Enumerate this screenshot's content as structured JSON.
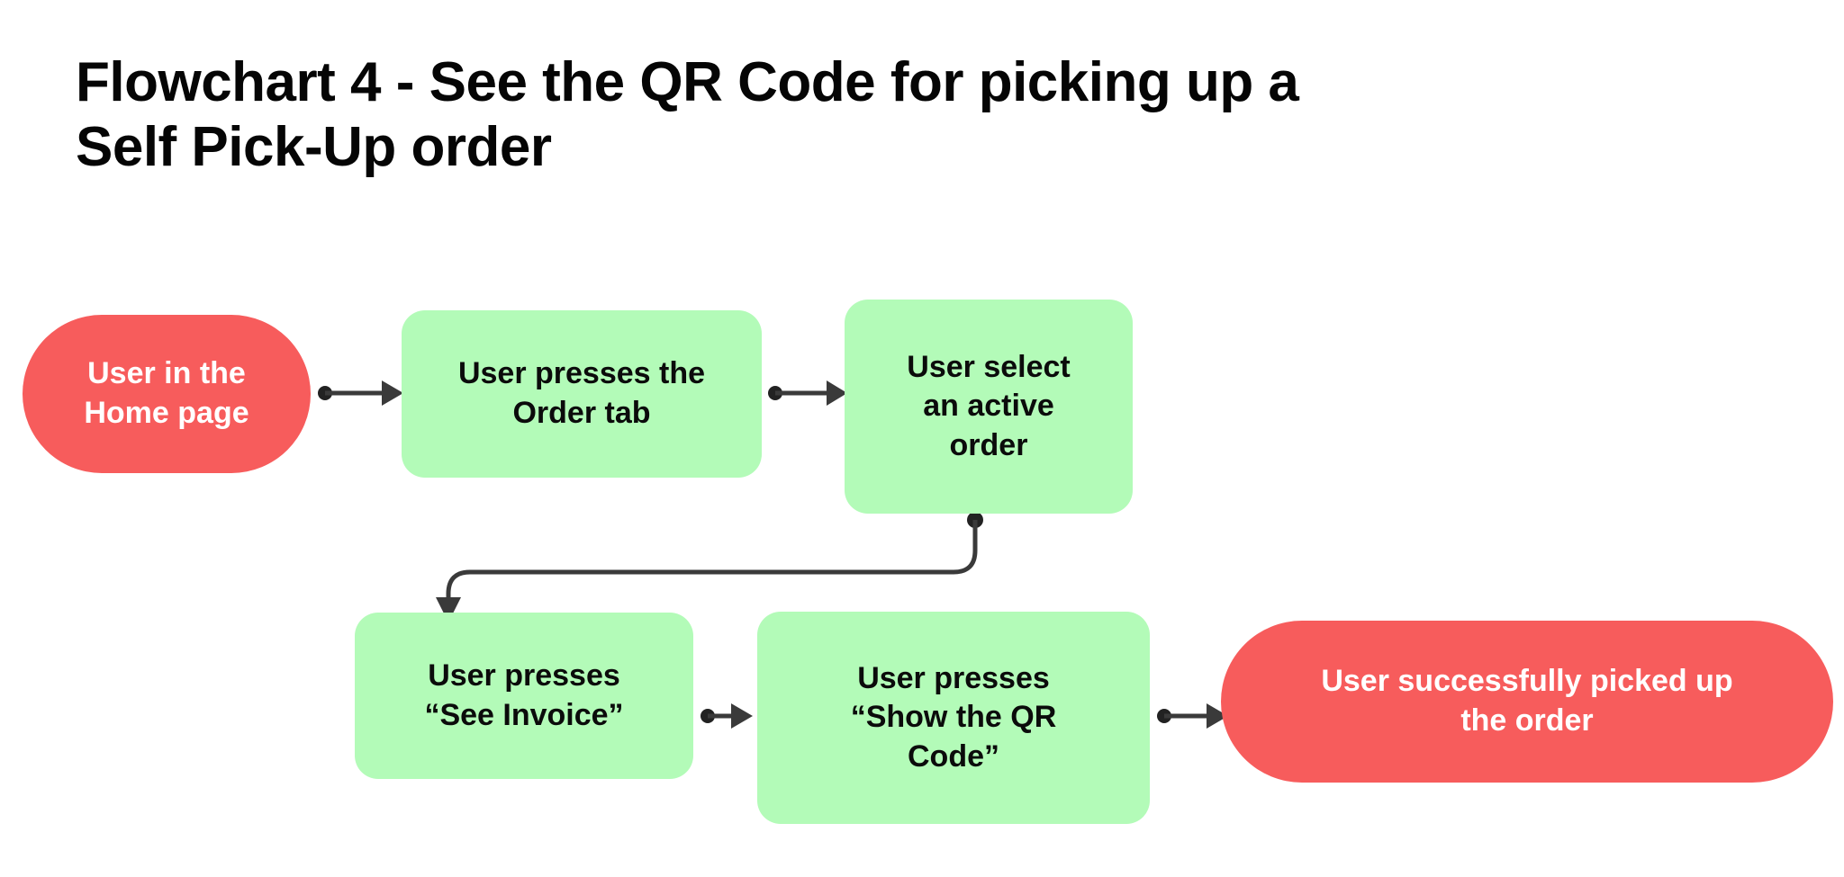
{
  "page": {
    "title_line_1": "Flowchart 4 - See the QR Code for picking up a",
    "title_line_2": "Self Pick-Up order",
    "title_full": "Flowchart 4 - See the QR Code for picking up a Self Pick-Up order",
    "background_color": "#ffffff"
  },
  "colors": {
    "terminal_fill": "#f75c5c",
    "terminal_text": "#ffffff",
    "process_fill": "#b3fbb8",
    "process_text": "#0b0b0b",
    "connector": "#3a3a3a",
    "title_text": "#050505"
  },
  "diagram_data": {
    "type": "flowchart",
    "orientation": "left-to-right, wrapping to a second row",
    "nodes": [
      {
        "id": "home",
        "label": "User in the\nHome page",
        "shape": "pill",
        "role": "start",
        "fill": "#f75c5c",
        "text_color": "#ffffff"
      },
      {
        "id": "order-tab",
        "label": "User presses the\nOrder tab",
        "shape": "rounded-rect",
        "role": "process",
        "fill": "#b3fbb8",
        "text_color": "#0b0b0b"
      },
      {
        "id": "active",
        "label": "User select\nan active\norder",
        "shape": "rounded-rect",
        "role": "process",
        "fill": "#b3fbb8",
        "text_color": "#0b0b0b"
      },
      {
        "id": "invoice",
        "label": "User presses\n“See Invoice”",
        "shape": "rounded-rect",
        "role": "process",
        "fill": "#b3fbb8",
        "text_color": "#0b0b0b"
      },
      {
        "id": "qr",
        "label": "User presses\n“Show the QR\nCode”",
        "shape": "rounded-rect",
        "role": "process",
        "fill": "#b3fbb8",
        "text_color": "#0b0b0b"
      },
      {
        "id": "success",
        "label": "User successfully picked up\nthe order",
        "shape": "pill",
        "role": "end",
        "fill": "#f75c5c",
        "text_color": "#ffffff"
      }
    ],
    "edges": [
      {
        "from": "home",
        "to": "order-tab",
        "style": "straight",
        "direction": "right"
      },
      {
        "from": "order-tab",
        "to": "active",
        "style": "straight",
        "direction": "right"
      },
      {
        "from": "active",
        "to": "invoice",
        "style": "elbow",
        "direction": "down-left-down"
      },
      {
        "from": "invoice",
        "to": "qr",
        "style": "straight",
        "direction": "right"
      },
      {
        "from": "qr",
        "to": "success",
        "style": "straight",
        "direction": "right"
      }
    ]
  }
}
